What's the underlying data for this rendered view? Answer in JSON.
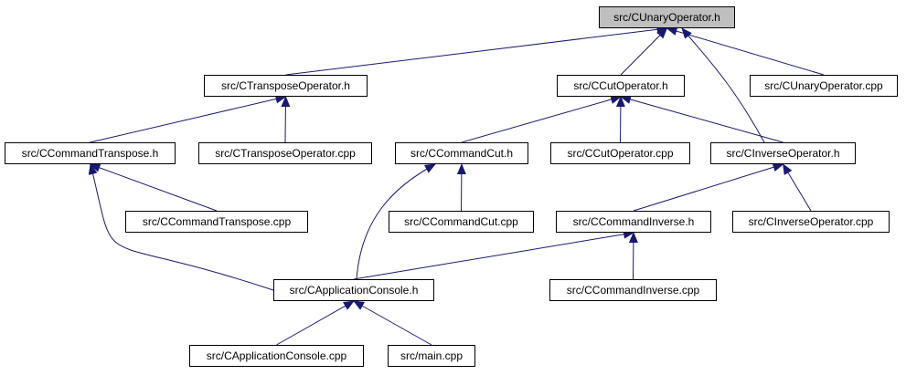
{
  "nodes": {
    "cunary_h": "src/CUnaryOperator.h",
    "ctranspose_op_h": "src/CTransposeOperator.h",
    "ccut_op_h": "src/CCutOperator.h",
    "cunary_cpp": "src/CUnaryOperator.cpp",
    "ccmd_transpose_h": "src/CCommandTranspose.h",
    "ctranspose_op_cpp": "src/CTransposeOperator.cpp",
    "ccmd_cut_h": "src/CCommandCut.h",
    "ccut_op_cpp": "src/CCutOperator.cpp",
    "cinverse_op_h": "src/CInverseOperator.h",
    "ccmd_transpose_cpp": "src/CCommandTranspose.cpp",
    "ccmd_cut_cpp": "src/CCommandCut.cpp",
    "ccmd_inverse_h": "src/CCommandInverse.h",
    "cinverse_op_cpp": "src/CInverseOperator.cpp",
    "capp_console_h": "src/CApplicationConsole.h",
    "ccmd_inverse_cpp": "src/CCommandInverse.cpp",
    "capp_console_cpp": "src/CApplicationConsole.cpp",
    "main_cpp": "src/main.cpp"
  },
  "edges": [
    [
      "ctranspose_op_h",
      "cunary_h"
    ],
    [
      "ccut_op_h",
      "cunary_h"
    ],
    [
      "cinverse_op_h",
      "cunary_h"
    ],
    [
      "cunary_cpp",
      "cunary_h"
    ],
    [
      "ccmd_transpose_h",
      "ctranspose_op_h"
    ],
    [
      "ctranspose_op_cpp",
      "ctranspose_op_h"
    ],
    [
      "ccmd_cut_h",
      "ccut_op_h"
    ],
    [
      "ccut_op_cpp",
      "ccut_op_h"
    ],
    [
      "cinverse_op_h",
      "ccut_op_h"
    ],
    [
      "ccmd_transpose_cpp",
      "ccmd_transpose_h"
    ],
    [
      "capp_console_h",
      "ccmd_transpose_h"
    ],
    [
      "ccmd_cut_cpp",
      "ccmd_cut_h"
    ],
    [
      "capp_console_h",
      "ccmd_cut_h"
    ],
    [
      "ccmd_inverse_h",
      "cinverse_op_h"
    ],
    [
      "cinverse_op_cpp",
      "cinverse_op_h"
    ],
    [
      "capp_console_h",
      "ccmd_inverse_h"
    ],
    [
      "ccmd_inverse_cpp",
      "ccmd_inverse_h"
    ],
    [
      "capp_console_cpp",
      "capp_console_h"
    ],
    [
      "main_cpp",
      "capp_console_h"
    ]
  ],
  "colors": {
    "edge": "#191970",
    "root_fill": "#bfbfbf",
    "node_border": "#000000",
    "node_fill": "#ffffff"
  }
}
